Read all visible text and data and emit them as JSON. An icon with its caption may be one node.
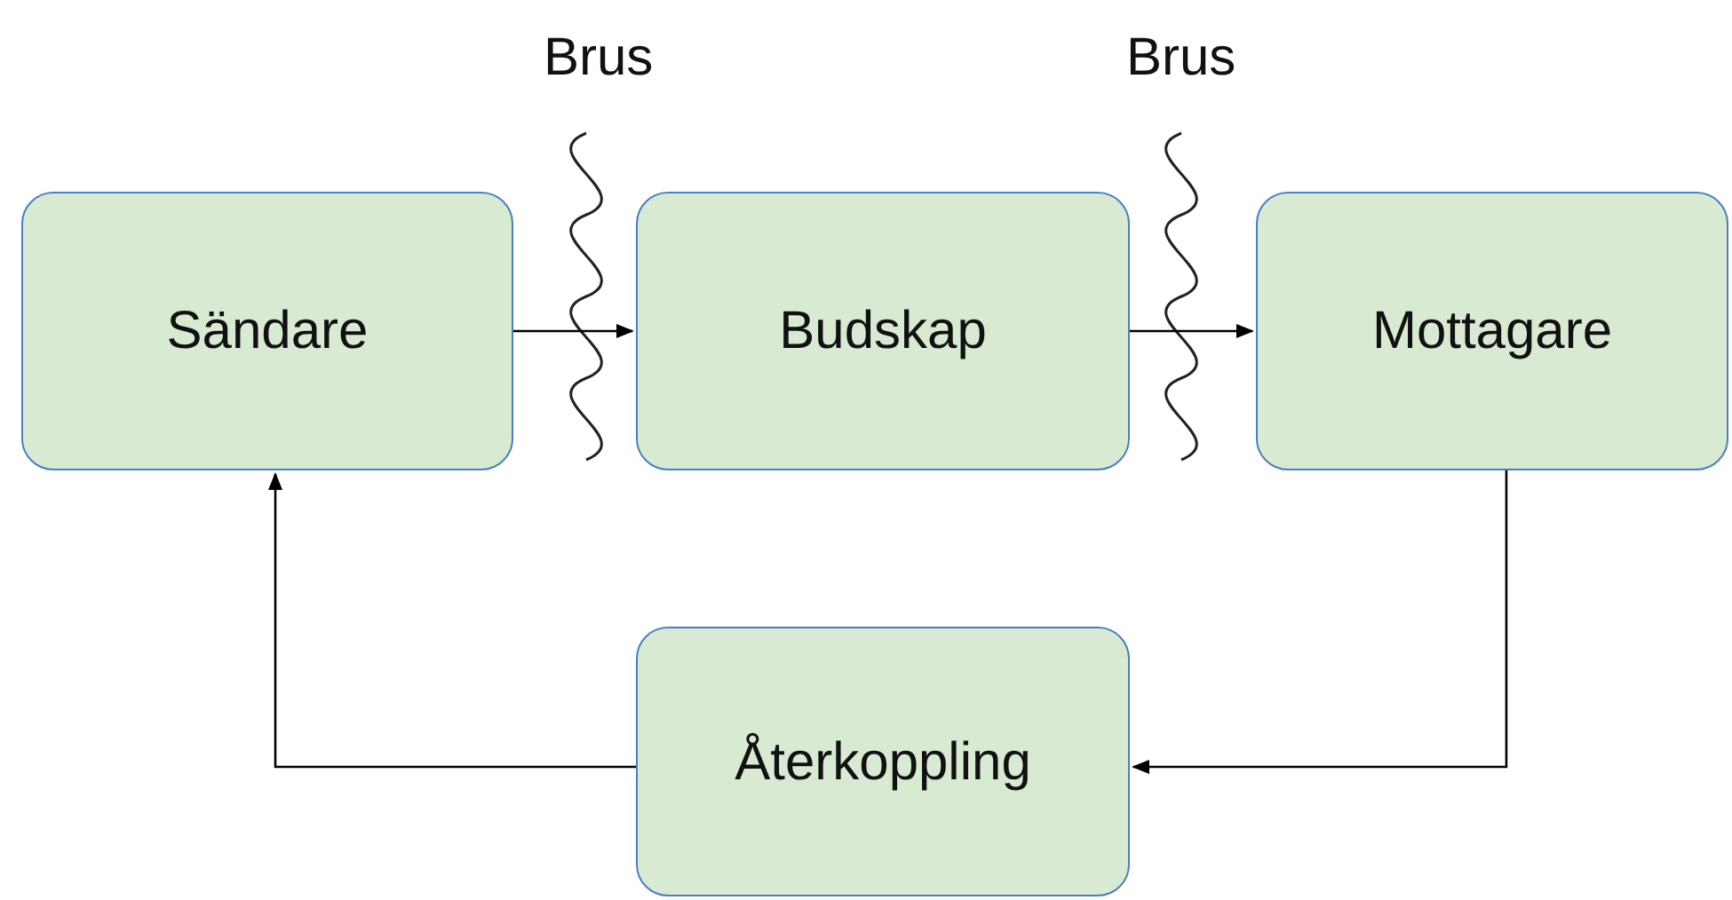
{
  "diagram": {
    "nodes": [
      {
        "text": [
          "Sändare"
        ]
      },
      {
        "text": [
          "Budskap"
        ]
      },
      {
        "text": [
          "Mottagare"
        ]
      },
      {
        "text": [
          "Återkoppling"
        ]
      }
    ],
    "edges": [
      {
        "from": 0,
        "to": 1,
        "arrow": "to"
      },
      {
        "from": 1,
        "to": 2,
        "arrow": "to"
      },
      {
        "from": 2,
        "to": 3,
        "arrow": "to"
      },
      {
        "from": 3,
        "to": 0,
        "arrow": "to"
      }
    ],
    "labels": [
      "Brus",
      "Brus"
    ]
  }
}
